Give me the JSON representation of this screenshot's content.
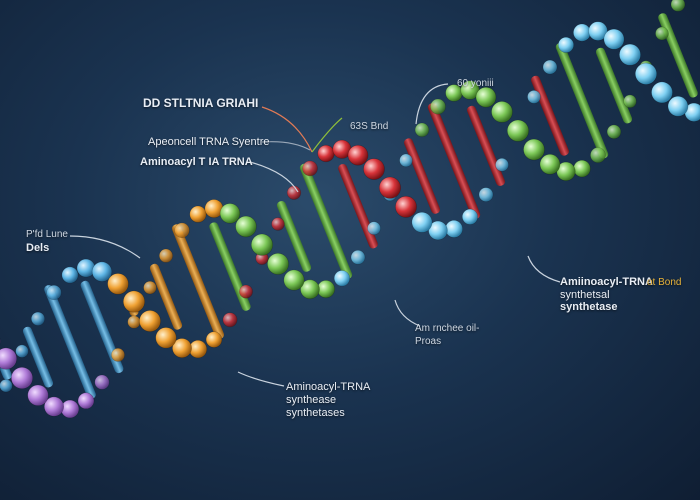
{
  "labels": {
    "title": "DD STLTNIA GRIAHI",
    "label_sb_bnd": "63S Bnd",
    "label_60_yonti": "60 yoniii",
    "label_aponcell": "Apeoncell TRNA Syentre",
    "label_aminoacyl_tia": "Aminoacyl T IA TRNA",
    "label_pid_lune_1": "P'fd Lune",
    "label_pid_lune_2": "Dels",
    "label_right_1": "Amiinoacyl-TRNA",
    "label_right_1b": "ot Bond",
    "label_right_2": "synthetsal",
    "label_right_3": "synthetase",
    "label_mid_1": "Am rnchee oil-",
    "label_mid_2": "Proas",
    "label_bottom_1": "Aminoacyl-TRNA",
    "label_bottom_2": "synthease",
    "label_bottom_3": "synthetases"
  },
  "colors": {
    "background": "#1a3350",
    "purple_bead": "#b07cd8",
    "blue_bead": "#5fb6e6",
    "orange_bead": "#f0a234",
    "green_bead": "#7cc857",
    "red_bead": "#d8343a",
    "light_blue_bead": "#7fd0f2",
    "rung_yellow": "#e8b33a",
    "leader_line": "#c9d3de"
  },
  "icons": {
    "molecule": "dna-double-helix"
  }
}
